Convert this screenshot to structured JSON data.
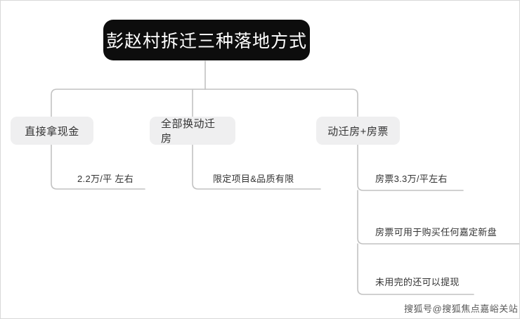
{
  "diagram": {
    "type": "tree",
    "root": {
      "label": "彭赵村拆迁三种落地方式",
      "text_color": "#ffffff",
      "fill_color": "#0d0d0d"
    },
    "branch_fill_color": "#efeff0",
    "branch_text_color": "#333333",
    "connector_color": "#c2c2c2",
    "branches": [
      {
        "label": "直接拿现金",
        "leaves": [
          "2.2万/平 左右"
        ]
      },
      {
        "label": "全部换动迁房",
        "leaves": [
          "限定项目&品质有限"
        ]
      },
      {
        "label": "动迁房+房票",
        "leaves": [
          "房票3.3万/平左右",
          "房票可用于购买任何嘉定新盘",
          "未用完的还可以提现"
        ]
      }
    ]
  },
  "watermark": {
    "text": "搜狐号@搜狐焦点嘉峪关站"
  }
}
